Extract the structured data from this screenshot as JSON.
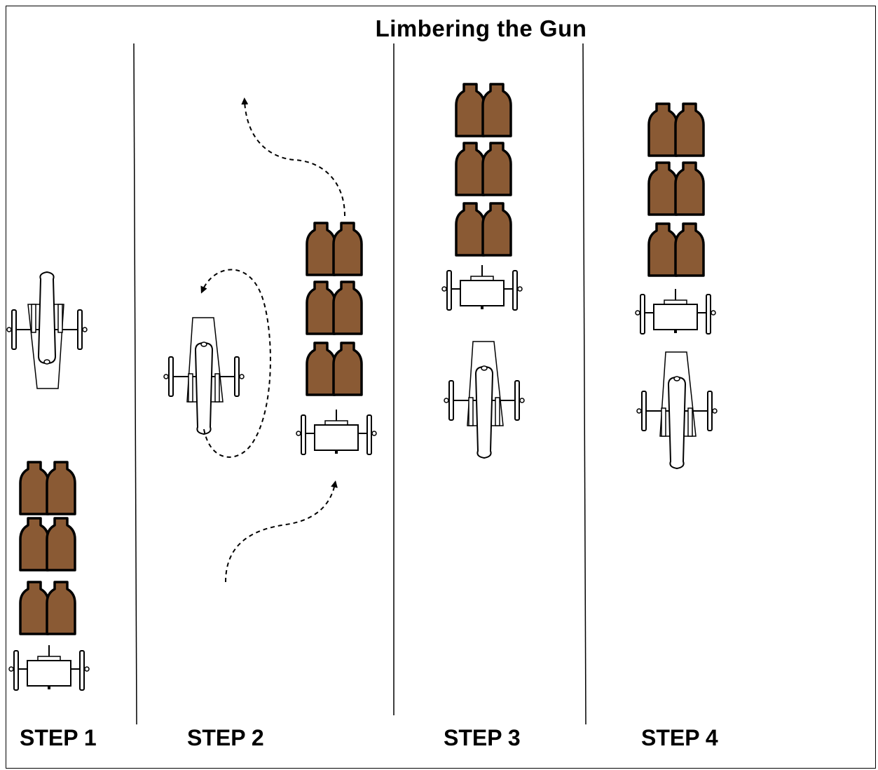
{
  "title": "Limbering the Gun",
  "steps": [
    "STEP 1",
    "STEP 2",
    "STEP 3",
    "STEP 4"
  ],
  "colors": {
    "horse": "#8a5a34",
    "outline": "#000000",
    "background": "#ffffff"
  },
  "icons": [
    "horse-pair-icon",
    "limber-icon",
    "gun-carriage-icon",
    "dashed-path-arrow"
  ]
}
